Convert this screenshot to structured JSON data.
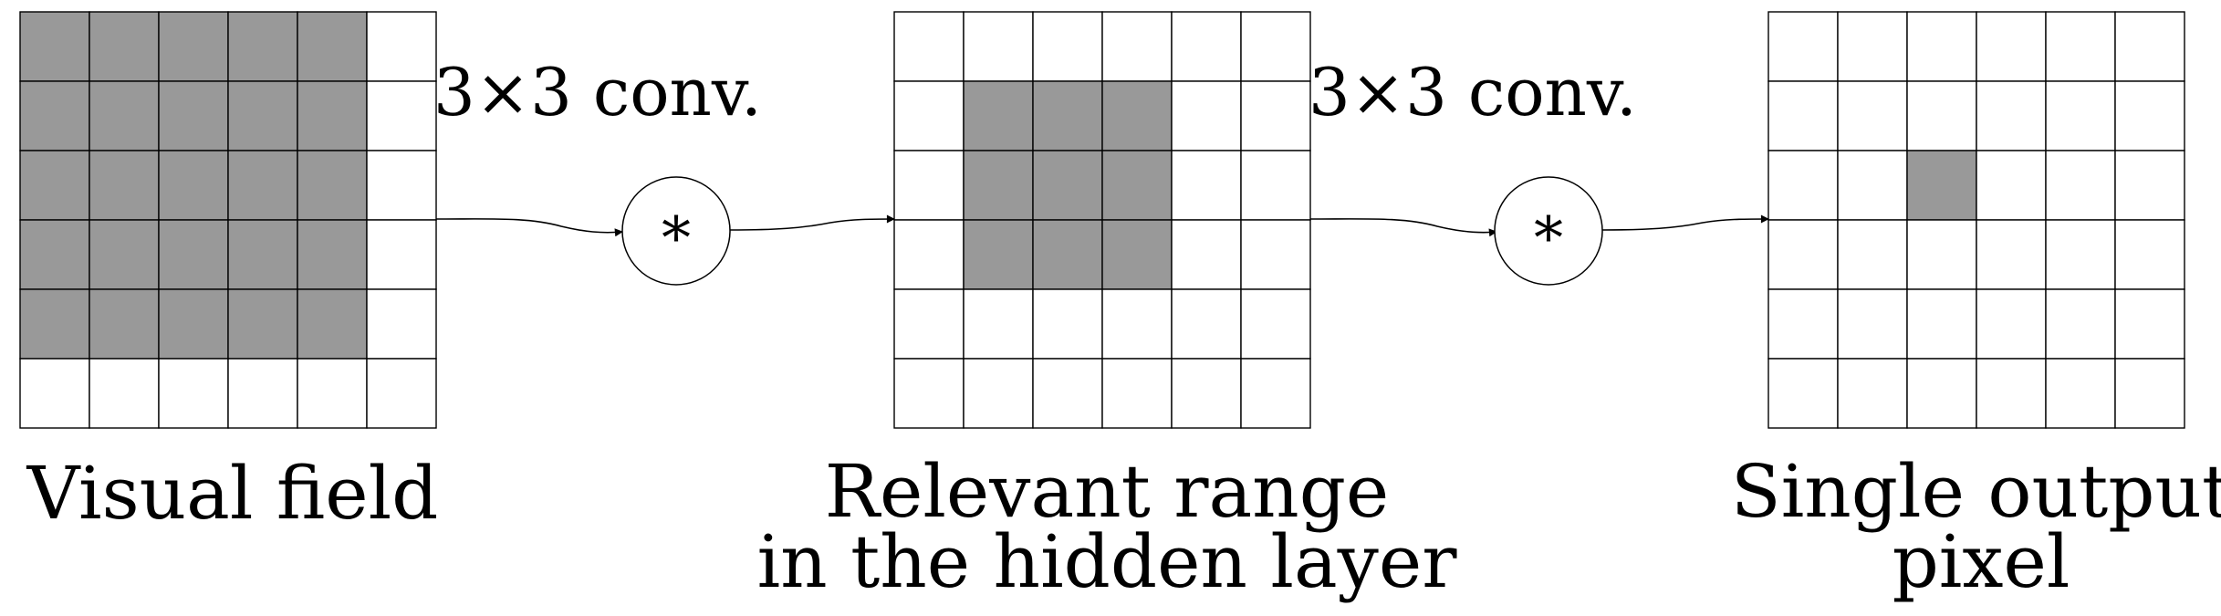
{
  "colors": {
    "filled": "#999999",
    "empty": "#ffffff",
    "line": "#000000"
  },
  "grids": [
    {
      "id": "visual-field",
      "caption_lines": [
        "Visual field"
      ],
      "filled": [
        [
          1,
          1,
          1,
          1,
          1,
          0
        ],
        [
          1,
          1,
          1,
          1,
          1,
          0
        ],
        [
          1,
          1,
          1,
          1,
          1,
          0
        ],
        [
          1,
          1,
          1,
          1,
          1,
          0
        ],
        [
          1,
          1,
          1,
          1,
          1,
          0
        ],
        [
          0,
          0,
          0,
          0,
          0,
          0
        ]
      ]
    },
    {
      "id": "hidden-layer",
      "caption_lines": [
        "Relevant range",
        "in the hidden layer"
      ],
      "filled": [
        [
          0,
          0,
          0,
          0,
          0,
          0
        ],
        [
          0,
          1,
          1,
          1,
          0,
          0
        ],
        [
          0,
          1,
          1,
          1,
          0,
          0
        ],
        [
          0,
          1,
          1,
          1,
          0,
          0
        ],
        [
          0,
          0,
          0,
          0,
          0,
          0
        ],
        [
          0,
          0,
          0,
          0,
          0,
          0
        ]
      ]
    },
    {
      "id": "output",
      "caption_lines": [
        "Single output",
        "pixel"
      ],
      "filled": [
        [
          0,
          0,
          0,
          0,
          0,
          0
        ],
        [
          0,
          0,
          0,
          0,
          0,
          0
        ],
        [
          0,
          0,
          1,
          0,
          0,
          0
        ],
        [
          0,
          0,
          0,
          0,
          0,
          0
        ],
        [
          0,
          0,
          0,
          0,
          0,
          0
        ],
        [
          0,
          0,
          0,
          0,
          0,
          0
        ]
      ]
    }
  ],
  "operations": [
    {
      "label": "3×3 conv.",
      "symbol": "*"
    },
    {
      "label": "3×3 conv.",
      "symbol": "*"
    }
  ]
}
